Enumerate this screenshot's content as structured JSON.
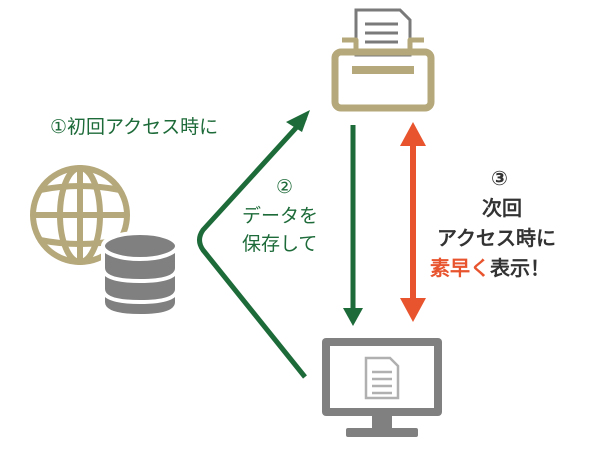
{
  "step1": {
    "label": "①初回アクセス時に"
  },
  "step2": {
    "number": "②",
    "line1": "データを",
    "line2": "保存して"
  },
  "step3": {
    "number": "③",
    "line1": "次回",
    "line2": "アクセス時に",
    "line3_highlight": "素早く",
    "line3_rest": "表示！"
  },
  "icons": {
    "server": "printer-storage-icon",
    "origin": "globe-database-icon",
    "client": "monitor-document-icon"
  },
  "colors": {
    "gold": "#b5a87a",
    "green": "#1e6b3a",
    "orange": "#e8542e",
    "gray": "#808080",
    "text_dark": "#333333"
  }
}
